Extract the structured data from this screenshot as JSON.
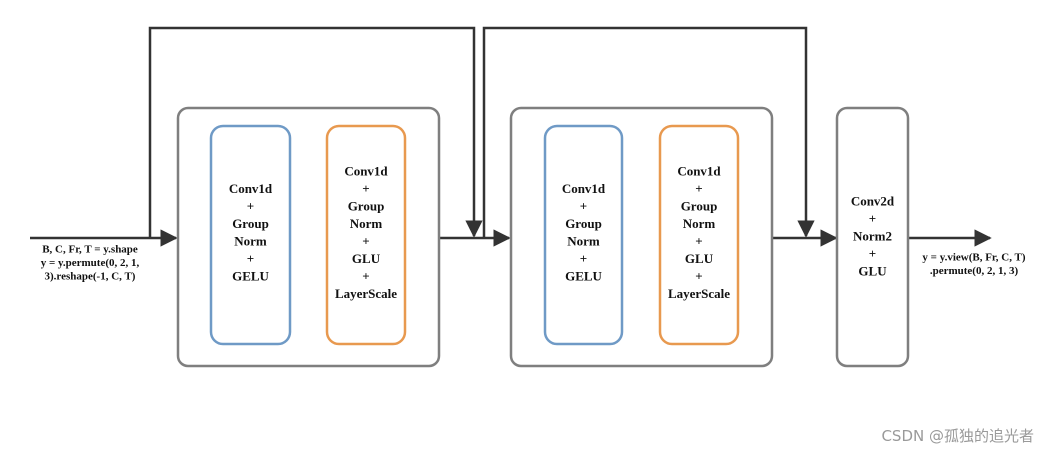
{
  "colors": {
    "line": "#333333",
    "block_border": "#7f7f7f",
    "conv_gelu_border": "#6f9ac6",
    "conv_glu_border": "#e8994f"
  },
  "input_label": [
    "B, C, Fr, T = y.shape",
    "y = y.permute(0, 2, 1,",
    "3).reshape(-1, C, T)"
  ],
  "blocks": [
    {
      "sub_a": [
        "Conv1d",
        "+",
        "Group",
        "Norm",
        "+",
        "GELU"
      ],
      "sub_b": [
        "Conv1d",
        "+",
        "Group",
        "Norm",
        "+",
        "GLU",
        "+",
        "LayerScale"
      ]
    },
    {
      "sub_a": [
        "Conv1d",
        "+",
        "Group",
        "Norm",
        "+",
        "GELU"
      ],
      "sub_b": [
        "Conv1d",
        "+",
        "Group",
        "Norm",
        "+",
        "GLU",
        "+",
        "LayerScale"
      ]
    }
  ],
  "final_block": [
    "Conv2d",
    "+",
    "Norm2",
    "+",
    "GLU"
  ],
  "output_label": [
    "y = y.view(B, Fr, C, T)",
    ".permute(0, 2, 1, 3)"
  ],
  "watermark": "CSDN @孤独的追光者"
}
